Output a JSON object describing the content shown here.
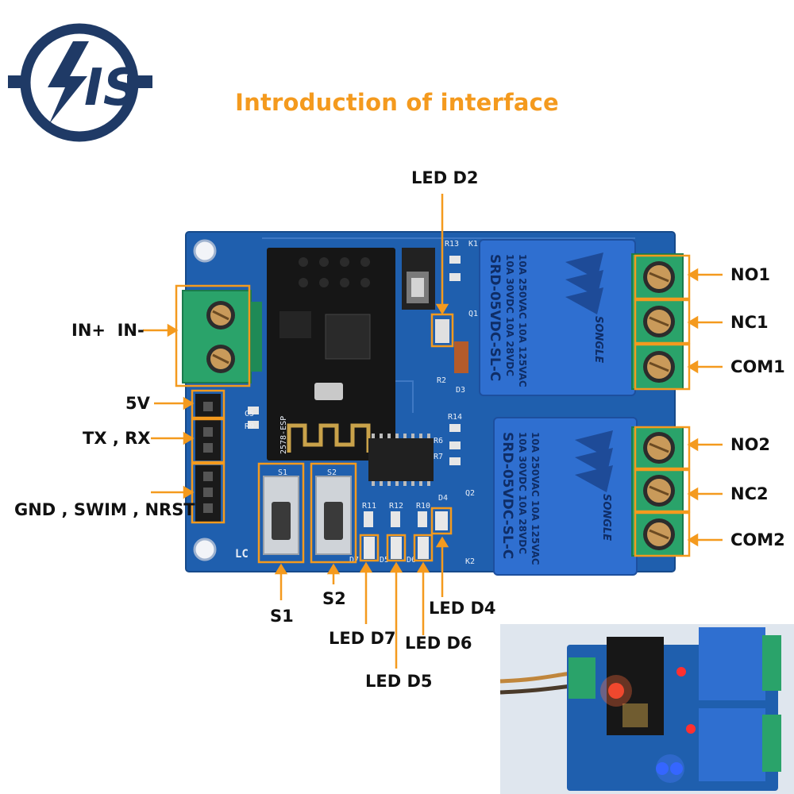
{
  "logo": {
    "letters": "IS"
  },
  "title": "Introduction of interface",
  "labels": {
    "led_d2": "LED D2",
    "in_pm": "IN+  IN-",
    "v5": "5V",
    "txrx": "TX , RX",
    "swim": "GND , SWIM , NRST",
    "no1": "NO1",
    "nc1": "NC1",
    "com1": "COM1",
    "no2": "NO2",
    "nc2": "NC2",
    "com2": "COM2",
    "s1": "S1",
    "s2": "S2",
    "led_d7": "LED D7",
    "led_d5": "LED D5",
    "led_d6": "LED D6",
    "led_d4": "LED D4"
  },
  "board": {
    "module_label": "2578-ESP",
    "relay": {
      "line1": "10A 250VAC  10A 125VAC",
      "line2": "10A 30VDC   10A 28VDC",
      "model": "SRD-05VDC-SL-C",
      "brand": "SONGLE"
    },
    "silkscreen": {
      "s1": "S1",
      "s2": "S2",
      "r11": "R11",
      "r12": "R12",
      "r10": "R10",
      "d4": "D4",
      "d7": "D7",
      "d5": "D5",
      "d6": "D6",
      "k2": "K2",
      "r14": "R14",
      "r6": "R6",
      "r7": "R7",
      "q2": "Q2",
      "q1": "Q1",
      "r13": "R13",
      "k1": "K1",
      "d3": "D3",
      "r2": "R2",
      "c5": "C5",
      "r9": "R9",
      "lc": "LC"
    }
  },
  "colors": {
    "accent": "#f49a1e",
    "pcb": "#1f5fae",
    "relay": "#2f6fd0",
    "terminal": "#2aa36a",
    "logo": "#1f3a66"
  }
}
